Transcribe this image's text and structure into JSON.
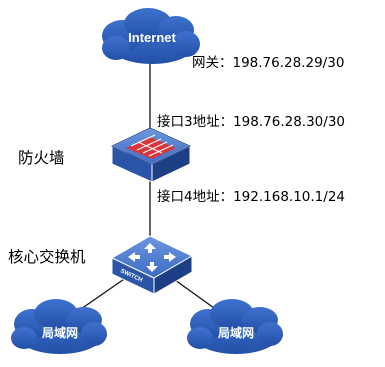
{
  "internet": {
    "label": "Internet"
  },
  "gateway": {
    "label": "网关：198.76.28.29/30"
  },
  "interface3": {
    "label": "接口3地址：198.76.28.30/30"
  },
  "firewall": {
    "label": "防火墙"
  },
  "interface4": {
    "label": "接口4地址：192.168.10.1/24"
  },
  "core_switch": {
    "label": "核心交换机",
    "device_text": "SWITCH"
  },
  "lans": [
    {
      "label": "局域网"
    },
    {
      "label": "局域网"
    }
  ],
  "colors": {
    "cloud": "#2f5fb8",
    "cloud_dark": "#1f4590",
    "device_top": "#4a78d0",
    "device_front": "#2a55a8",
    "device_side": "#1c3f85",
    "firewall_band": "#d8363a",
    "link": "#111111"
  }
}
